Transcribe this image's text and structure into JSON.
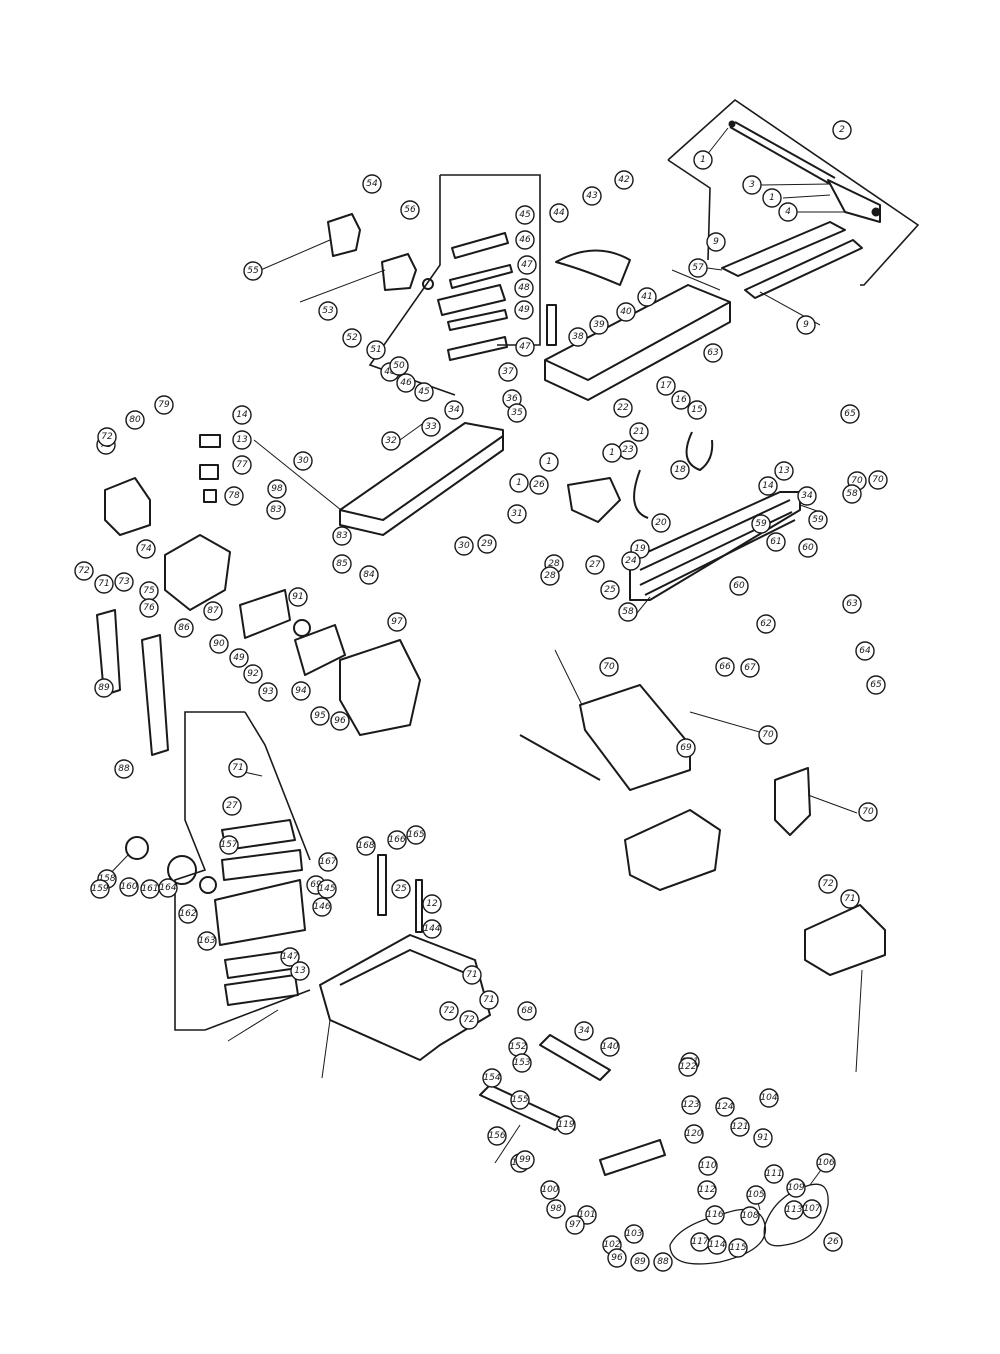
{
  "diagram": {
    "part_numbers": [
      "1",
      "2",
      "3",
      "1",
      "4",
      "9",
      "9",
      "42",
      "43",
      "44",
      "45",
      "46",
      "47",
      "48",
      "49",
      "41",
      "40",
      "39",
      "47",
      "38",
      "48",
      "46",
      "45",
      "50",
      "51",
      "52",
      "53",
      "54",
      "55",
      "56",
      "63",
      "57",
      "65",
      "37",
      "36",
      "35",
      "34",
      "33",
      "32",
      "17",
      "16",
      "15",
      "13",
      "14",
      "18",
      "19",
      "20",
      "21",
      "22",
      "23",
      "1",
      "1",
      "26",
      "1",
      "31",
      "30",
      "29",
      "28",
      "28",
      "27",
      "24",
      "25",
      "34",
      "70",
      "70",
      "58",
      "59",
      "60",
      "61",
      "59",
      "60",
      "58",
      "62",
      "63",
      "64",
      "65",
      "66",
      "67",
      "14",
      "13",
      "77",
      "78",
      "79",
      "80",
      "71",
      "72",
      "72",
      "71",
      "73",
      "74",
      "75",
      "76",
      "89",
      "88",
      "86",
      "87",
      "90",
      "49",
      "91",
      "92",
      "93",
      "94",
      "95",
      "96",
      "97",
      "98",
      "30",
      "83",
      "84",
      "83",
      "85",
      "70",
      "70",
      "69",
      "69",
      "70",
      "71",
      "27",
      "157",
      "158",
      "159",
      "160",
      "161",
      "162",
      "163",
      "164",
      "165",
      "166",
      "167",
      "168",
      "25",
      "12",
      "144",
      "145",
      "146",
      "147",
      "13",
      "71",
      "72",
      "72",
      "71",
      "68",
      "34",
      "140",
      "151",
      "152",
      "153",
      "154",
      "155",
      "156",
      "118",
      "119",
      "120",
      "121",
      "122",
      "123",
      "124",
      "91",
      "112",
      "111",
      "110",
      "109",
      "108",
      "107",
      "106",
      "105",
      "104",
      "103",
      "102",
      "101",
      "100",
      "99",
      "98",
      "97",
      "96",
      "89",
      "88",
      "117",
      "116",
      "115",
      "114",
      "113",
      "26",
      "71",
      "72"
    ]
  }
}
